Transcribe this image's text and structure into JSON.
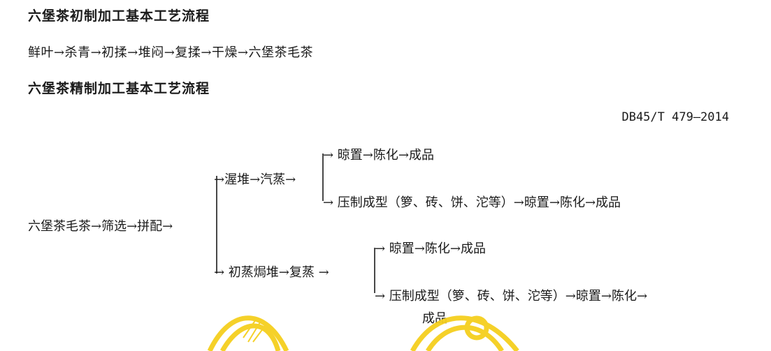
{
  "section1": {
    "title": "六堡茶初制加工基本工艺流程",
    "flow": "鲜叶→杀青→初揉→堆闷→复揉→干燥→六堡茶毛茶"
  },
  "section2": {
    "title": "六堡茶精制加工基本工艺流程"
  },
  "standard_no": "DB45/T 479—2014",
  "diagram": {
    "root": "六堡茶毛茶→筛选→拼配→",
    "upper": {
      "label": "→渥堆→汽蒸→",
      "branch_a": "→ 晾置→陈化→成品",
      "branch_b": "→ 压制成型（箩、砖、饼、沱等）→晾置→陈化→成品"
    },
    "lower": {
      "label": "→ 初蒸焗堆→复蒸 →",
      "branch_a": "→ 晾置→陈化→成品",
      "branch_b": "→ 压制成型（箩、砖、饼、沱等）→晾置→陈化→",
      "branch_b_cont": "成品"
    }
  },
  "watermark": {
    "color": "#f5cf1e"
  }
}
